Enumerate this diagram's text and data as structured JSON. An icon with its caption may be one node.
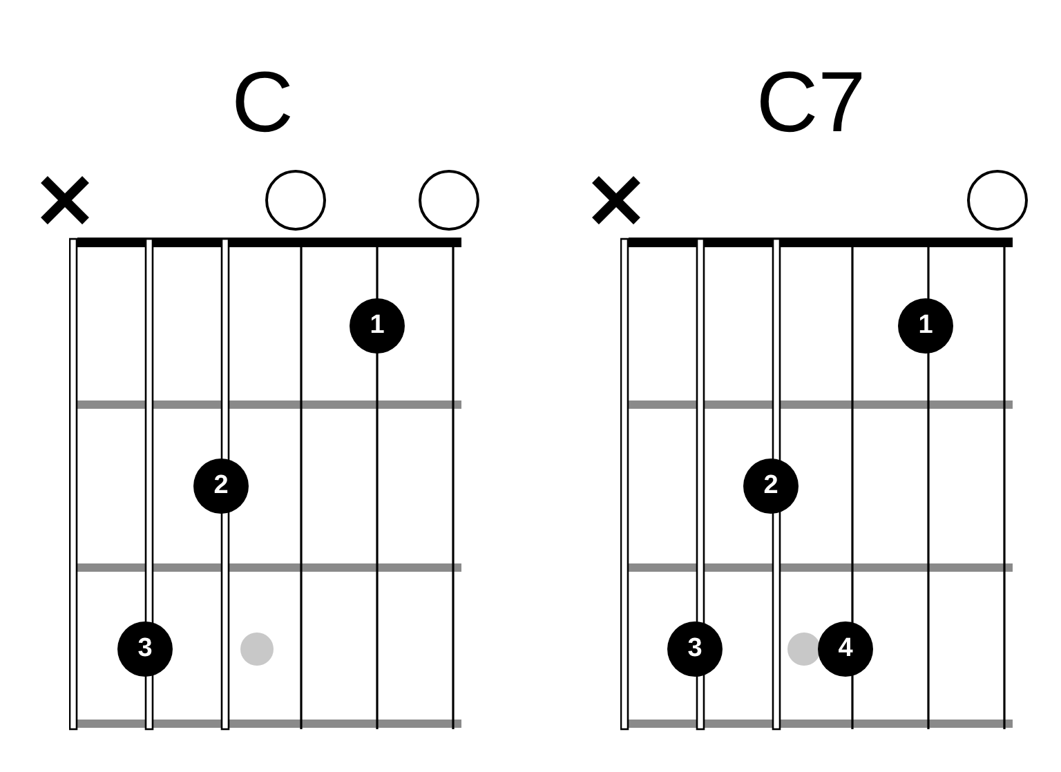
{
  "diagram": {
    "nodes": [
      {
        "text": [
          "C"
        ]
      },
      {
        "text": [],
        "shape": "circle",
        "in": 0
      },
      {
        "text": [],
        "shape": "circle",
        "in": 0
      },
      {
        "text": [
          "1"
        ],
        "in": 0
      },
      {
        "text": [
          "2"
        ],
        "in": 0
      },
      {
        "text": [
          "3"
        ],
        "in": 0
      },
      {
        "text": [],
        "shape": "circle",
        "in": 0
      },
      {
        "text": [
          "C7"
        ]
      },
      {
        "text": [],
        "shape": "circle",
        "in": 7
      },
      {
        "text": [
          "1"
        ],
        "in": 7
      },
      {
        "text": [
          "2"
        ],
        "in": 7
      },
      {
        "text": [
          "3"
        ],
        "in": 7
      },
      {
        "text": [],
        "shape": "circle",
        "in": 7
      },
      {
        "text": [
          "4"
        ],
        "in": 7
      }
    ],
    "edges": []
  }
}
